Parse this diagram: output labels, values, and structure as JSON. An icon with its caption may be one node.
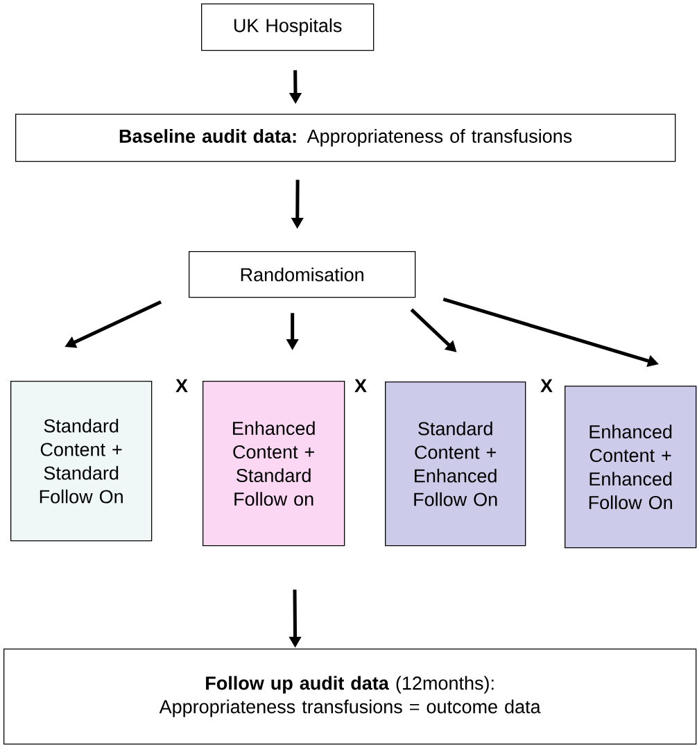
{
  "diagram": {
    "nodes": [
      {
        "text": [
          "UK Hospitals"
        ]
      },
      {
        "text": [
          "**Baseline audit data:** Appropriateness of transfusions"
        ]
      },
      {
        "text": [
          "Randomisation"
        ]
      },
      {
        "text": [
          "Standard Content + Standard Follow On"
        ]
      },
      {
        "text": [
          "Enhanced Content + Standard Follow on"
        ]
      },
      {
        "text": [
          "Standard Content + Enhanced Follow On"
        ]
      },
      {
        "text": [
          "Enhanced Content + Enhanced Follow On"
        ]
      },
      {
        "text": [
          "**Follow up audit data** (12months): Appropriateness transfusions =  outcome data"
        ]
      }
    ],
    "edges": [
      {
        "from": 0,
        "to": 1,
        "arrow": "to"
      },
      {
        "from": 1,
        "to": 2,
        "arrow": "to"
      },
      {
        "from": 2,
        "to": 3,
        "arrow": "to"
      },
      {
        "from": 2,
        "to": 4,
        "arrow": "to"
      },
      {
        "from": 2,
        "to": 5,
        "arrow": "to"
      },
      {
        "from": 2,
        "to": 6,
        "arrow": "to"
      },
      {
        "from": null,
        "to": 7,
        "arrow": "to"
      }
    ],
    "labels": [
      "X",
      "X",
      "X"
    ]
  }
}
